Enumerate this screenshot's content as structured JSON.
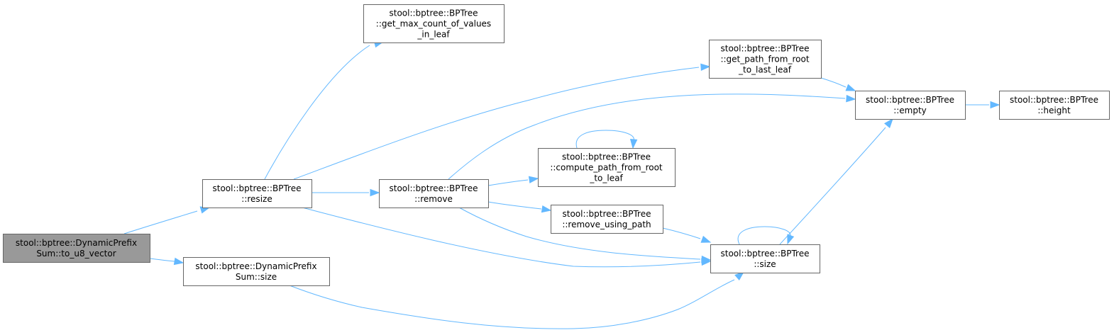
{
  "diagram": {
    "type": "call-graph",
    "colors": {
      "edge": "#63b8ff",
      "node_border": "#666666",
      "root_fill": "#999999",
      "node_fill": "#ffffff"
    },
    "nodes": [
      {
        "id": "to_u8_vector",
        "lines": [
          "stool::bptree::DynamicPrefix",
          "Sum::to_u8_vector"
        ],
        "root": true
      },
      {
        "id": "dps_size",
        "lines": [
          "stool::bptree::DynamicPrefix",
          "Sum::size"
        ]
      },
      {
        "id": "resize",
        "lines": [
          "stool::bptree::BPTree",
          "::resize"
        ]
      },
      {
        "id": "get_max",
        "lines": [
          "stool::bptree::BPTree",
          "::get_max_count_of_values",
          "_in_leaf"
        ]
      },
      {
        "id": "remove",
        "lines": [
          "stool::bptree::BPTree",
          "::remove"
        ]
      },
      {
        "id": "compute_path",
        "lines": [
          "stool::bptree::BPTree",
          "::compute_path_from_root",
          "_to_leaf"
        ]
      },
      {
        "id": "remove_using_path",
        "lines": [
          "stool::bptree::BPTree",
          "::remove_using_path"
        ]
      },
      {
        "id": "get_path_last",
        "lines": [
          "stool::bptree::BPTree",
          "::get_path_from_root",
          "_to_last_leaf"
        ]
      },
      {
        "id": "bpt_size",
        "lines": [
          "stool::bptree::BPTree",
          "::size"
        ]
      },
      {
        "id": "empty",
        "lines": [
          "stool::bptree::BPTree",
          "::empty"
        ]
      },
      {
        "id": "height",
        "lines": [
          "stool::bptree::BPTree",
          "::height"
        ]
      }
    ],
    "edges": [
      {
        "from": "to_u8_vector",
        "to": "resize"
      },
      {
        "from": "to_u8_vector",
        "to": "dps_size"
      },
      {
        "from": "resize",
        "to": "get_max"
      },
      {
        "from": "resize",
        "to": "get_path_last"
      },
      {
        "from": "resize",
        "to": "remove"
      },
      {
        "from": "resize",
        "to": "bpt_size"
      },
      {
        "from": "remove",
        "to": "empty"
      },
      {
        "from": "remove",
        "to": "compute_path"
      },
      {
        "from": "remove",
        "to": "remove_using_path"
      },
      {
        "from": "remove",
        "to": "bpt_size"
      },
      {
        "from": "compute_path",
        "to": "compute_path"
      },
      {
        "from": "remove_using_path",
        "to": "bpt_size"
      },
      {
        "from": "get_path_last",
        "to": "empty"
      },
      {
        "from": "dps_size",
        "to": "bpt_size"
      },
      {
        "from": "bpt_size",
        "to": "bpt_size"
      },
      {
        "from": "bpt_size",
        "to": "empty"
      },
      {
        "from": "empty",
        "to": "height"
      }
    ]
  }
}
